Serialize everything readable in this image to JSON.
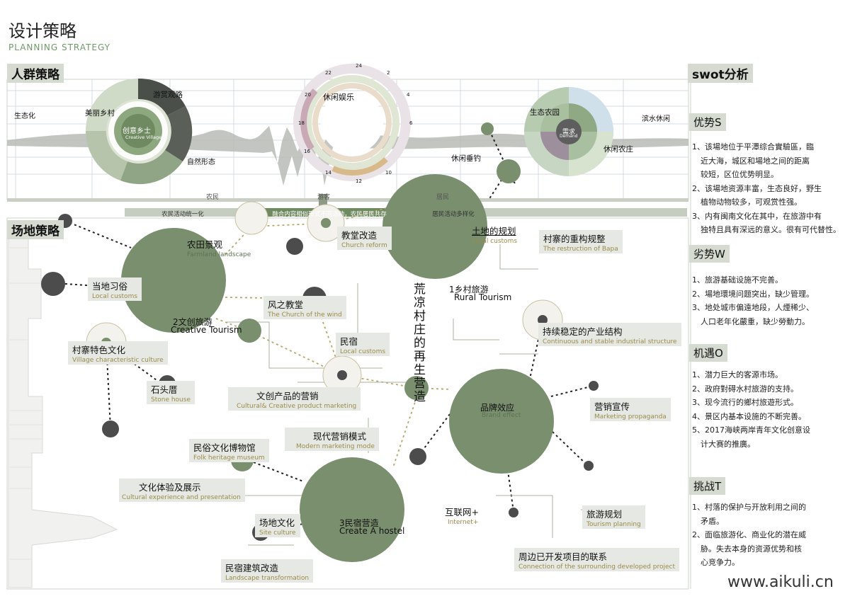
{
  "header": {
    "title": "设计策略",
    "subtitle": "PLANNING STRATEGY"
  },
  "sections": {
    "crowd": "人群策略",
    "site": "场地策略",
    "swot": "swot分析"
  },
  "crowd": {
    "wheel1_center_cn": "创意乡士",
    "wheel1_center_en": "Creative Village",
    "wheel2_center_cn": "需求",
    "wheel2_center_en": "Demand",
    "clock_ticks": [
      "24",
      "2",
      "4",
      "22",
      "20",
      "18",
      "6",
      "10",
      "12",
      "14",
      "16"
    ],
    "labels": {
      "eco": "生态化",
      "beauty_village": "美丽乡村",
      "tour_view": "游赏观路",
      "leisure_ent": "休闲娱乐",
      "natural_form": "自然形态",
      "leisure_fish": "休闲垂钓",
      "eco_farm": "生态农园",
      "coast_leisure": "滨水休闲",
      "leisure_farm": "休闲农庄"
    },
    "band": {
      "farmer": "农民",
      "tourist": "游客",
      "resident": "居民",
      "cap_farmer": "农民活动统一化",
      "cap_mix": "融合内容相似形式不同活动，农民居民共存",
      "cap_resident": "居民活动多样化"
    }
  },
  "site": {
    "center_vertical": "荒凉村庄的再生营造",
    "big_nodes": [
      {
        "num_cn": "1乡村旅游",
        "en": "Rural Tourism"
      },
      {
        "num_cn": "2文创旅游",
        "en": "Creative Tourism"
      },
      {
        "num_cn": "3民宿营造",
        "en": "Create A hostel"
      },
      {
        "num_cn": "品牌效应",
        "en": "Brand effect"
      }
    ],
    "labels": [
      {
        "cn": "农田景观",
        "en": "Farmland landscape"
      },
      {
        "cn": "当地习俗",
        "en": "Local customs"
      },
      {
        "cn": "村寨特色文化",
        "en": "Village characteristic culture"
      },
      {
        "cn": "石头厝",
        "en": "Stone house"
      },
      {
        "cn": "风之教堂",
        "en": "The Church of the wind"
      },
      {
        "cn": "教堂改造",
        "en": "Church reform"
      },
      {
        "cn": "民宿",
        "en": "Local customs"
      },
      {
        "cn": "文创产品的营销",
        "en": "Cultural& Creative product marketing"
      },
      {
        "cn": "现代营销模式",
        "en": "Modern marketing mode"
      },
      {
        "cn": "民俗文化博物馆",
        "en": "Folk heritage museum"
      },
      {
        "cn": "文化体验及展示",
        "en": "Cultural experience and presentation"
      },
      {
        "cn": "场地文化",
        "en": "Site culture"
      },
      {
        "cn": "民宿建筑改造",
        "en": "Landscape transformation"
      },
      {
        "cn": "土地的规划",
        "en": "Local customs"
      },
      {
        "cn": "村寨的重构规整",
        "en": "The restruction of Bapa"
      },
      {
        "cn": "持续稳定的产业结构",
        "en": "Continuous and stable industrial structure"
      },
      {
        "cn": "营销宣传",
        "en": "Marketing propaganda"
      },
      {
        "cn": "互联网+",
        "en": "Internet+"
      },
      {
        "cn": "旅游规划",
        "en": "Tourism planning"
      },
      {
        "cn": "周边已开发项目的联系",
        "en": "Connection of the surrounding developed project"
      }
    ]
  },
  "swot": {
    "s": {
      "head": "优势S",
      "items": [
        "1、该場地位于平潭综合實驗區，臨",
        "近大海，城区和場地之间的距离",
        "较短，区位优势明显。",
        "2、该場地资源丰富，生态良好，野生",
        "植物动物较多，可观赏性强。",
        "3、内有闽南文化在其中，在旅游中有",
        "独特且具有深远的意义。很有可代替性。"
      ]
    },
    "w": {
      "head": "劣势W",
      "items": [
        "1、旅游基础设施不完善。",
        "2、場地環境问题突出，缺少管理。",
        "3、地处城市偏遠地段，人煙稀少、",
        "人口老年化嚴重，缺少勞動力。"
      ]
    },
    "o": {
      "head": "机遇O",
      "items": [
        "1、潜力巨大的客源市场。",
        "2、政府對碍水村旅游的支持。",
        "3、现今流行的鄉村旅遊形式。",
        "4、景区内基本设施的不断完善。",
        "5、2017海峡两岸青年文化创意设",
        "计大赛的推廣。"
      ]
    },
    "t": {
      "head": "挑战T",
      "items": [
        "1、村落的保护与开放利用之间的",
        "矛盾。",
        "2、面临旅游化、商业化的潜在威",
        "胁。失去本身的资源优势和核",
        "心竞争力。"
      ]
    }
  },
  "watermark": "www.aikuli.cn",
  "colors": {
    "green": "#798f6e",
    "dark": "#4c4c4c",
    "pale": "#dfe4da",
    "accent": "#9a8a4a"
  }
}
